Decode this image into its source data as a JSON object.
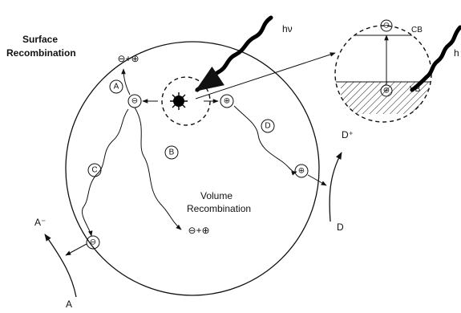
{
  "labels": {
    "surface_recombination": [
      "Surface",
      "Recombination"
    ],
    "volume_recombination": [
      "Volume",
      "Recombination"
    ],
    "hv_main": "hν",
    "hv_inset": "h",
    "cb": "CB",
    "vb": "VB",
    "path_a": "A",
    "path_b": "B",
    "path_c": "C",
    "path_d": "D",
    "acceptor": "A",
    "acceptor_reduced": "A⁻",
    "donor": "D",
    "donor_oxidized": "D⁺",
    "electron": "⊖",
    "hole": "⊕",
    "pair": "⊖+⊕"
  }
}
